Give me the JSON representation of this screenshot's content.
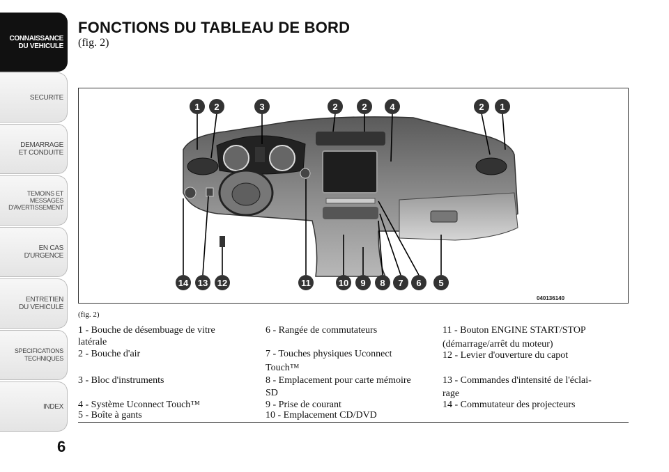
{
  "sidebar": {
    "tabs": [
      {
        "lines": [
          "CONNAISSANCE",
          "DU VEHICULE"
        ],
        "active": true
      },
      {
        "lines": [
          "SECURITE"
        ]
      },
      {
        "lines": [
          "DEMARRAGE",
          "ET CONDUITE"
        ]
      },
      {
        "lines": [
          "TEMOINS ET",
          "MESSAGES",
          "D'AVERTISSEMENT"
        ]
      },
      {
        "lines": [
          "EN CAS",
          "D'URGENCE"
        ]
      },
      {
        "lines": [
          "ENTRETIEN",
          "DU VEHICULE"
        ]
      },
      {
        "lines": [
          "SPECIFICATIONS",
          "TECHNIQUES"
        ]
      },
      {
        "lines": [
          "INDEX"
        ]
      }
    ]
  },
  "page": {
    "title": "FONCTIONS DU TABLEAU DE BORD",
    "subtitle": "(fig. 2)",
    "number": "6"
  },
  "figure": {
    "caption": "(fig. 2)",
    "code": "040136140",
    "top_callouts": [
      "1",
      "2",
      "3",
      "2",
      "2",
      "4",
      "2",
      "1"
    ],
    "bottom_callouts": [
      "14",
      "13",
      "12",
      "11",
      "10",
      "9",
      "8",
      "7",
      "6",
      "5"
    ]
  },
  "legend": {
    "col1": [
      "1 - Bouche de désembuage de vitre",
      "latérale",
      "2 - Bouche d'air",
      "3 - Bloc d'instruments",
      "4 - Système Uconnect Touch™",
      "5 - Boîte à gants"
    ],
    "col2": [
      "6 - Rangée de commutateurs",
      "7 - Touches physiques Uconnect",
      "Touch™",
      "8 - Emplacement pour carte mémoire",
      "SD",
      "9 - Prise de courant",
      "10 - Emplacement CD/DVD"
    ],
    "col3": [
      "11 - Bouton ENGINE START/STOP",
      "(démarrage/arrêt du moteur)",
      "12 - Levier d'ouverture du capot",
      "13 - Commandes d'intensité de l'éclai-",
      "rage",
      "14 - Commutateur des projecteurs"
    ]
  }
}
